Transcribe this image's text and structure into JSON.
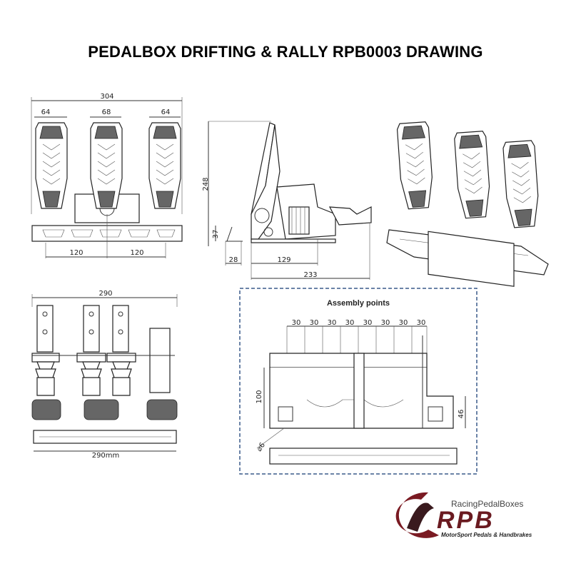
{
  "title": "PEDALBOX DRIFTING & RALLY RPB0003 DRAWING",
  "front_view": {
    "overall_width": "304",
    "pedal_widths": [
      "64",
      "68",
      "64"
    ],
    "spacings": [
      "120",
      "120"
    ]
  },
  "side_view": {
    "height": "248",
    "heel_height": "37",
    "heel_depth": "28",
    "pivot_depth": "129",
    "overall_depth": "233"
  },
  "bottom_view": {
    "top_width": "290",
    "bottom_width": "290mm"
  },
  "assembly": {
    "title": "Assembly points",
    "spacings": [
      "30",
      "30",
      "30",
      "30",
      "30",
      "30",
      "30",
      "30"
    ],
    "height": "100",
    "slot_height": "46",
    "hole_diameter": "⌀6",
    "border_color": "#3a5a8a"
  },
  "logo": {
    "brand": "RacingPedalBoxes",
    "mark": "RPB",
    "tagline": "MotorSport Pedals & Handbrakes",
    "color": "#7a1a22"
  }
}
